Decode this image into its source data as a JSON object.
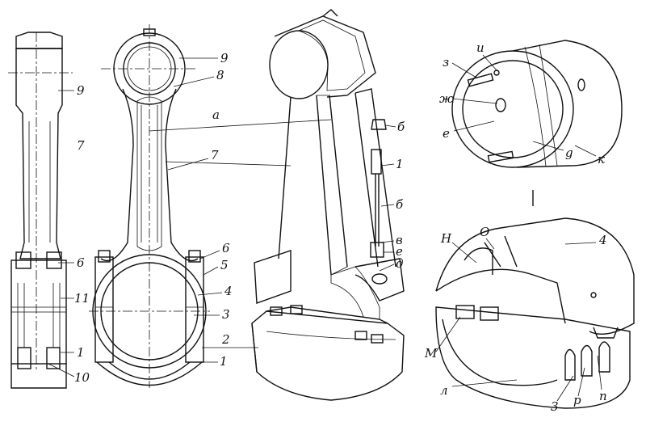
{
  "figure": {
    "view_side": {
      "labels": [
        "9",
        "7",
        "6",
        "11",
        "1",
        "10"
      ]
    },
    "view_front": {
      "labels": [
        "9",
        "8",
        "а",
        "7",
        "6",
        "5",
        "4",
        "3",
        "2",
        "1"
      ]
    },
    "view_section": {
      "labels": [
        "б",
        "1",
        "б",
        "в",
        "е",
        "д"
      ]
    },
    "bushing": {
      "labels": [
        "и",
        "з",
        "ж",
        "е",
        "g",
        "к"
      ]
    },
    "bearing_shells": {
      "labels": [
        "Н",
        "О",
        "4",
        "М",
        "л",
        "3",
        "р",
        "п"
      ]
    }
  }
}
